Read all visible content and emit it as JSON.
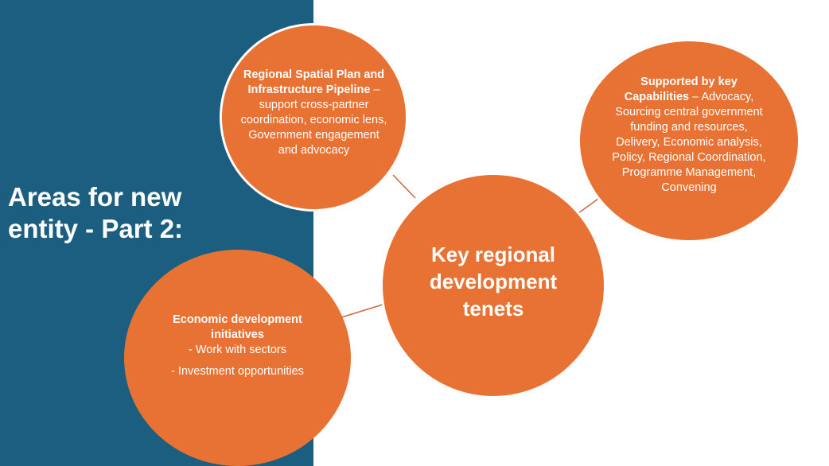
{
  "title": {
    "line1": "Areas for new",
    "line2": "entity - Part 2:"
  },
  "center": {
    "label": "Key regional development tenets"
  },
  "spatial": {
    "bold": "Regional Spatial Plan and Infrastructure Pipeline",
    "rest": " – support cross-partner coordination, economic lens, Government engagement and advocacy"
  },
  "capabilities": {
    "bold": "Supported by key Capabilities",
    "rest": " – Advocacy, Sourcing central government funding and resources, Delivery, Economic analysis, Policy, Regional Coordination, Programme Management, Convening"
  },
  "economic": {
    "bold": "Economic development initiatives",
    "line1": "- Work with sectors",
    "line2": "- Investment opportunities"
  },
  "colors": {
    "panel": "#1b5e80",
    "circle": "#e87233",
    "connector": "#c86a3c"
  }
}
